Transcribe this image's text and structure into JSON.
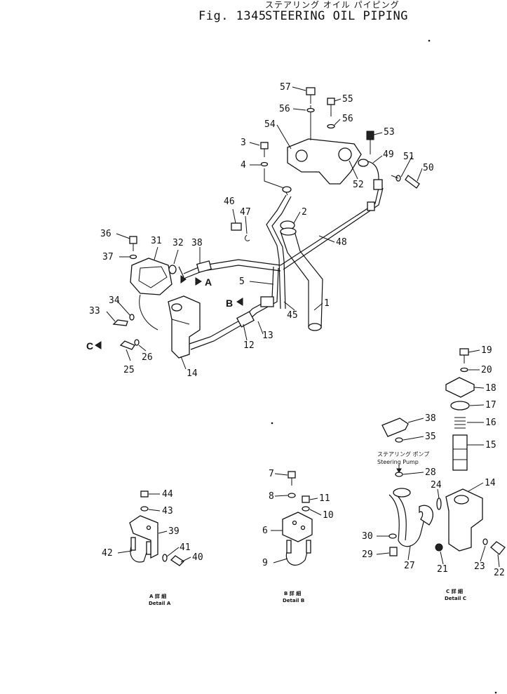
{
  "header": {
    "fig_label": "Fig. 1345",
    "title_jp": "ステアリング オイル パイピング",
    "title_en": "STEERING OIL PIPING"
  },
  "callouts": {
    "c1": "1",
    "c2": "2",
    "c3": "3",
    "c4": "4",
    "c5": "5",
    "c6": "6",
    "c7": "7",
    "c8": "8",
    "c9": "9",
    "c10": "10",
    "c11": "11",
    "c12": "12",
    "c13": "13",
    "c14": "14",
    "c14b": "14",
    "c15": "15",
    "c16": "16",
    "c17": "17",
    "c18": "18",
    "c19": "19",
    "c20": "20",
    "c21": "21",
    "c22": "22",
    "c23": "23",
    "c24": "24",
    "c25": "25",
    "c26": "26",
    "c27": "27",
    "c28": "28",
    "c29": "29",
    "c30": "30",
    "c31": "31",
    "c32": "32",
    "c33": "33",
    "c34": "34",
    "c35": "35",
    "c36": "36",
    "c37": "37",
    "c38": "38",
    "c38b": "38",
    "c39": "39",
    "c40": "40",
    "c41": "41",
    "c42": "42",
    "c43": "43",
    "c44": "44",
    "c45": "45",
    "c46": "46",
    "c47": "47",
    "c48": "48",
    "c49": "49",
    "c50": "50",
    "c51": "51",
    "c52": "52",
    "c53": "53",
    "c54": "54",
    "c55": "55",
    "c56": "56",
    "c56b": "56",
    "c57": "57"
  },
  "view_markers": {
    "a": "A",
    "b": "B",
    "c": "C"
  },
  "details": {
    "a_jp": "A 詳 細",
    "a_en": "Detail A",
    "b_jp": "B 詳 細",
    "b_en": "Detail B",
    "c_jp": "C 詳 細",
    "c_en": "Detail C"
  },
  "pump_label": {
    "jp": "ステアリング ポンプ",
    "en": "Steering Pump"
  }
}
